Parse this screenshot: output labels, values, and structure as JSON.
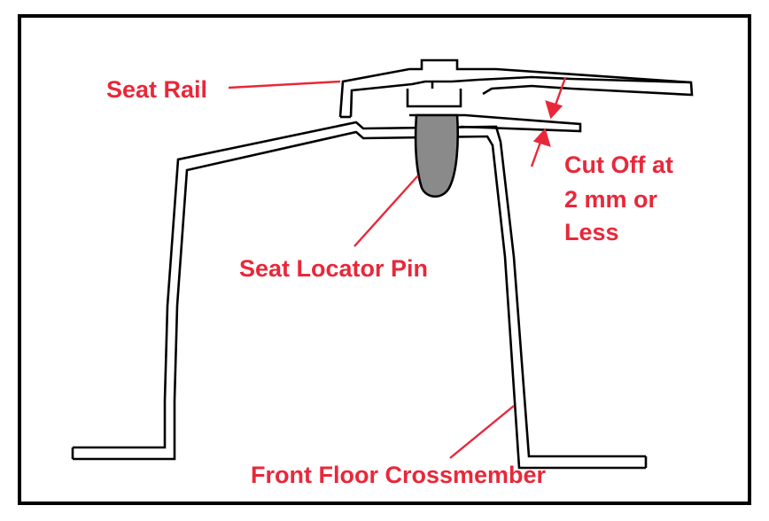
{
  "labels": {
    "seat_rail": "Seat Rail",
    "cut_off_line1": "Cut Off at",
    "cut_off_line2": "2 mm or",
    "cut_off_line3": "Less",
    "seat_locator_pin": "Seat Locator Pin",
    "front_floor_crossmember": "Front Floor Crossmember"
  },
  "colors": {
    "label": "#e8283a",
    "outline": "#000000",
    "pin_fill": "#8a8a8a",
    "background": "#ffffff"
  }
}
